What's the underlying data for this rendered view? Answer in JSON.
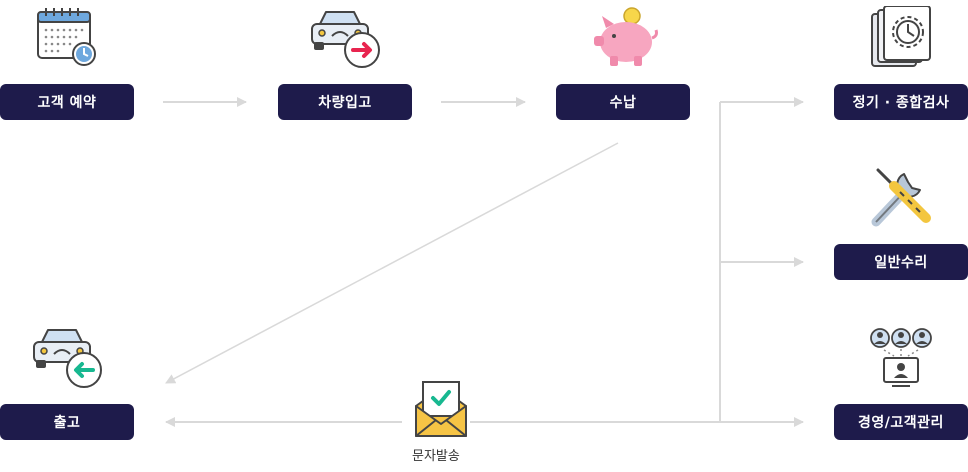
{
  "nodes": {
    "reservation": "고객 예약",
    "vehicle_in": "차량입고",
    "payment": "수납",
    "inspection": "정기 · 종합검사",
    "repair": "일반수리",
    "management": "경영/고객관리",
    "release": "출고"
  },
  "labels": {
    "sms": "문자발송"
  },
  "colors": {
    "node_bg": "#1e1b4b",
    "arrow": "#d9d9d9",
    "accent_red": "#e8254f",
    "accent_green": "#17b890",
    "piggy": "#f7a6c0",
    "envelope": "#f6c445"
  }
}
